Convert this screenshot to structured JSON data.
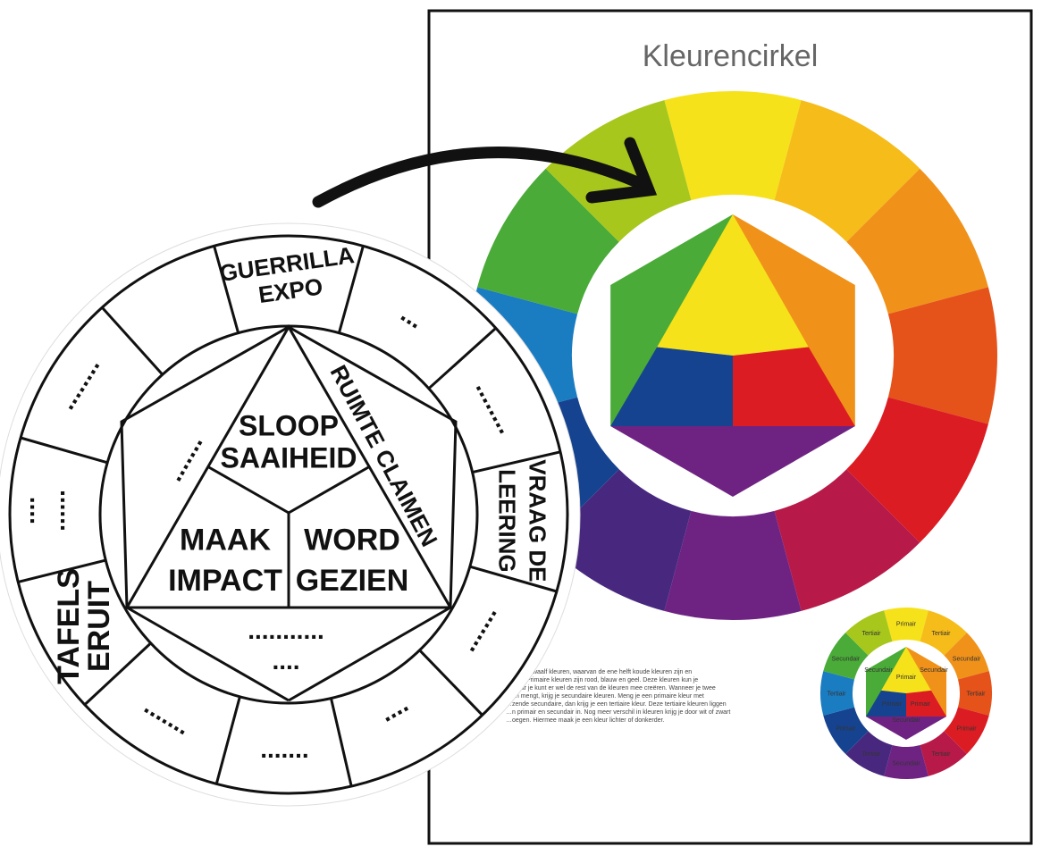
{
  "poster": {
    "title": "Kleurencirkel",
    "body_lines": [
      "…aat uit twaalf kleuren, waarvan de ene helft koude kleuren zijn en",
      "…rme. Primaire kleuren zijn rood, blauw en geel. Deze kleuren kun je",
      "…maar je kunt er wel de rest van de kleuren mee creëren. Wanneer je twee",
      "…en mengt, krijg je secundaire kleuren. Meng je een primaire kleur met",
      "…zende secundaire, dan krijg je een tertiaire kleur. Deze tertiaire kleuren liggen",
      "…n primair en secundair in. Nog meer verschil in kleuren krijg je door wit of zwart",
      "…oegen. Hiermee maak je een kleur lichter of donkerder."
    ],
    "ring_colors": [
      "#f6e21a",
      "#f6bc19",
      "#f0921a",
      "#e5521a",
      "#dc1c23",
      "#b71a48",
      "#6e2383",
      "#48287f",
      "#16438f",
      "#1a7cc1",
      "#4aab38",
      "#a7c71c"
    ],
    "inner_colors": {
      "yellow": "#f6e21a",
      "orange": "#f0921a",
      "red": "#dc1c23",
      "purple": "#6e2383",
      "blue": "#16438f",
      "green": "#4aab38"
    },
    "mini_wheel": {
      "ring_labels": [
        "Primair",
        "Tertiair",
        "Secundair",
        "Tertiair",
        "Primair",
        "Tertiair",
        "Secundair",
        "Tertiair",
        "Primair",
        "Tertiair",
        "Secundair",
        "Tertiair"
      ],
      "inner_labels": {
        "yellow": "Primair",
        "blue": "Primair",
        "red": "Primair",
        "green": "Secundair",
        "orange": "Secundair",
        "purple": "Secundair"
      }
    }
  },
  "wheel": {
    "outer_segments": [
      {
        "lines": [
          "GUERRILLA",
          "EXPO"
        ]
      },
      {
        "lines": [
          "..."
        ]
      },
      {
        "lines": [
          "........"
        ]
      },
      {
        "lines": [
          "VRAAG DE",
          "LEERING"
        ]
      },
      {
        "lines": [
          "......."
        ]
      },
      {
        "lines": [
          "...."
        ]
      },
      {
        "lines": [
          "......."
        ]
      },
      {
        "lines": [
          "......."
        ]
      },
      {
        "lines": [
          "TAFELS",
          "ERUIT"
        ]
      },
      {
        "lines": [
          "......",
          "...."
        ]
      },
      {
        "lines": [
          "........"
        ]
      }
    ],
    "center": {
      "top": [
        "SLOOP",
        "SAAIHEID"
      ],
      "left": [
        "MAAK",
        "IMPACT"
      ],
      "right": [
        "WORD",
        "GEZIEN"
      ]
    },
    "flap_right": "RUIMTE CLAIMEN",
    "flap_left": ".......",
    "flap_bottom": [
      "...........",
      "...."
    ]
  }
}
